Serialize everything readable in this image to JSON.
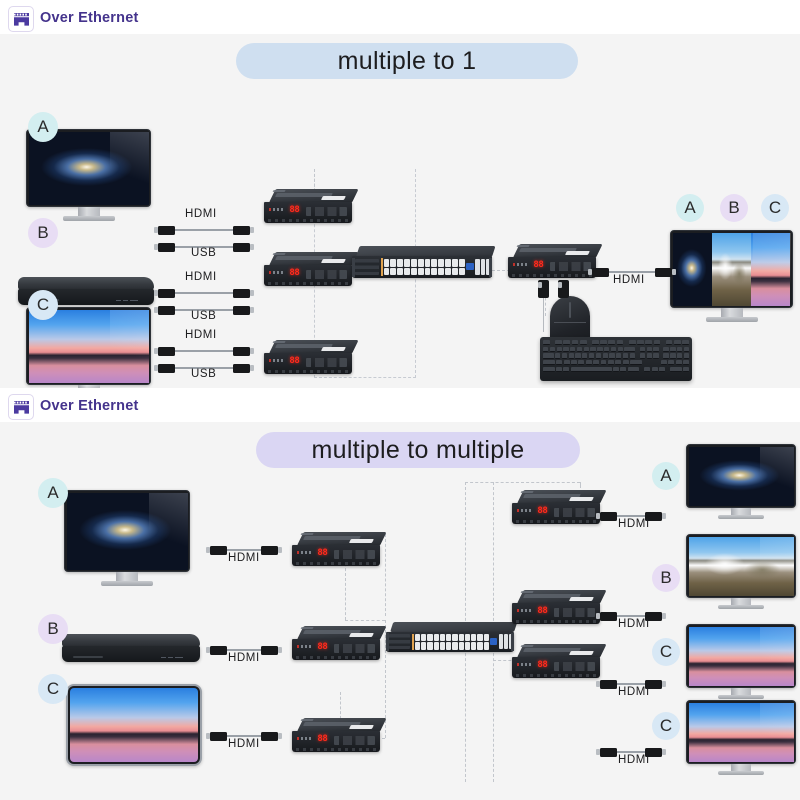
{
  "page": {
    "background": "#ffffff",
    "stage_background": "#f4f4f4"
  },
  "sections": [
    {
      "id": "multiple-to-1",
      "header": {
        "icon": "ethernet-port-icon",
        "label": "Over Ethernet",
        "color": "#44338c"
      },
      "banner": {
        "text": "multiple to 1",
        "background": "#cfdff0"
      },
      "sources": [
        {
          "tag": "A",
          "tag_color": "#d3eef0",
          "device": "monitor",
          "screen": "space-galaxy"
        },
        {
          "tag": "B",
          "tag_color": "#e8ddf4",
          "device": "blu-ray-player",
          "screen": "none"
        },
        {
          "tag": "C",
          "tag_color": "#d8e8f5",
          "device": "monitor",
          "screen": "sunset"
        }
      ],
      "source_cables": [
        {
          "hdmi": "HDMI",
          "usb": "USB"
        },
        {
          "hdmi": "HDMI",
          "usb": "USB"
        },
        {
          "hdmi": "HDMI",
          "usb": "USB"
        }
      ],
      "transmitters": [
        {
          "display": "88"
        },
        {
          "display": "88"
        },
        {
          "display": "88"
        }
      ],
      "switch": {
        "name": "network-switch",
        "ports": 24,
        "accent": "#e0a24e",
        "badge_color": "#2b62c4"
      },
      "receiver": {
        "display": "88"
      },
      "output_cable_label": "HDMI",
      "display": {
        "tags": [
          "A",
          "B",
          "C"
        ],
        "tag_colors": [
          "#d3eef0",
          "#e8ddf4",
          "#d8e8f5"
        ],
        "panes": [
          "space-galaxy",
          "mountain",
          "sunset"
        ]
      },
      "peripherals": [
        {
          "name": "mouse"
        },
        {
          "name": "keyboard"
        }
      ]
    },
    {
      "id": "multiple-to-multiple",
      "header": {
        "icon": "ethernet-port-icon",
        "label": "Over Ethernet",
        "color": "#44338c"
      },
      "banner": {
        "text": "multiple to multiple",
        "background": "#dad6f3"
      },
      "sources": [
        {
          "tag": "A",
          "tag_color": "#d3eef0",
          "device": "monitor",
          "screen": "space-galaxy",
          "cable": "HDMI"
        },
        {
          "tag": "B",
          "tag_color": "#e8ddf4",
          "device": "blu-ray-player",
          "screen": "none",
          "cable": "HDMI"
        },
        {
          "tag": "C",
          "tag_color": "#d8e8f5",
          "device": "tablet",
          "screen": "sunset",
          "cable": "HDMI"
        }
      ],
      "transmitters": [
        {
          "display": "88"
        },
        {
          "display": "88"
        },
        {
          "display": "88"
        }
      ],
      "switch": {
        "name": "network-switch",
        "ports": 24,
        "accent": "#e0a24e",
        "badge_color": "#2b62c4"
      },
      "receivers": [
        {
          "display": "88",
          "cable": "HDMI"
        },
        {
          "display": "88",
          "cable": "HDMI"
        },
        {
          "display": "88",
          "cable": "HDMI"
        }
      ],
      "displays": [
        {
          "tag": "A",
          "tag_color": "#d3eef0",
          "screen": "space-galaxy",
          "cable": "HDMI"
        },
        {
          "tag": "B",
          "tag_color": "#e8ddf4",
          "screen": "mountain",
          "cable": "HDMI"
        },
        {
          "tag": "C",
          "tag_color": "#d8e8f5",
          "screen": "sunset",
          "cable": "HDMI"
        },
        {
          "tag": "C",
          "tag_color": "#d8e8f5",
          "screen": "sunset",
          "cable": "HDMI"
        }
      ]
    }
  ]
}
